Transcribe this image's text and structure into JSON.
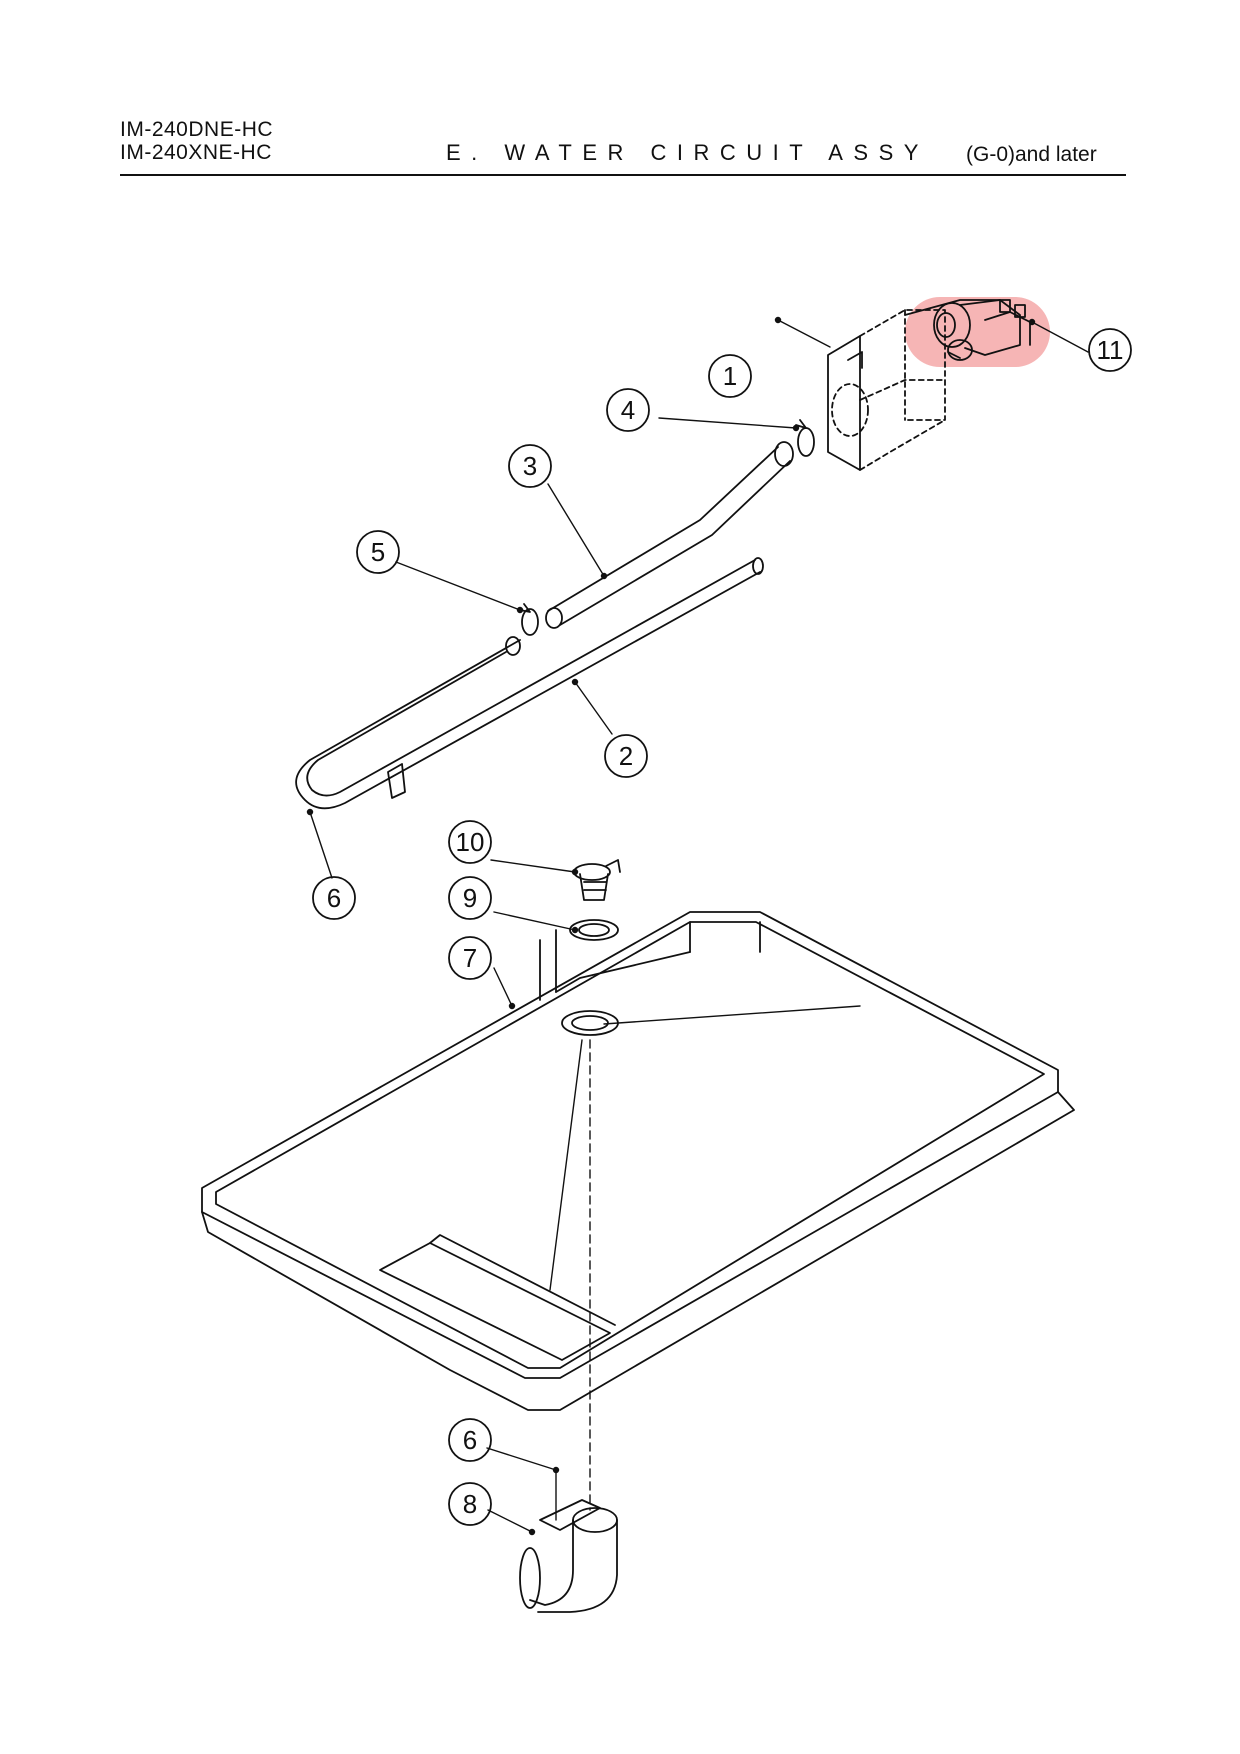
{
  "header": {
    "model_1": "IM-240DNE-HC",
    "model_2": "IM-240XNE-HC",
    "title": "E. WATER CIRCUIT ASSY",
    "serial_range": "(G-0)and later"
  },
  "callouts": [
    "1",
    "2",
    "3",
    "4",
    "5",
    "6",
    "7",
    "8",
    "9",
    "10",
    "11"
  ],
  "highlight_color": "#f4a8a8",
  "line_color": "#111111"
}
